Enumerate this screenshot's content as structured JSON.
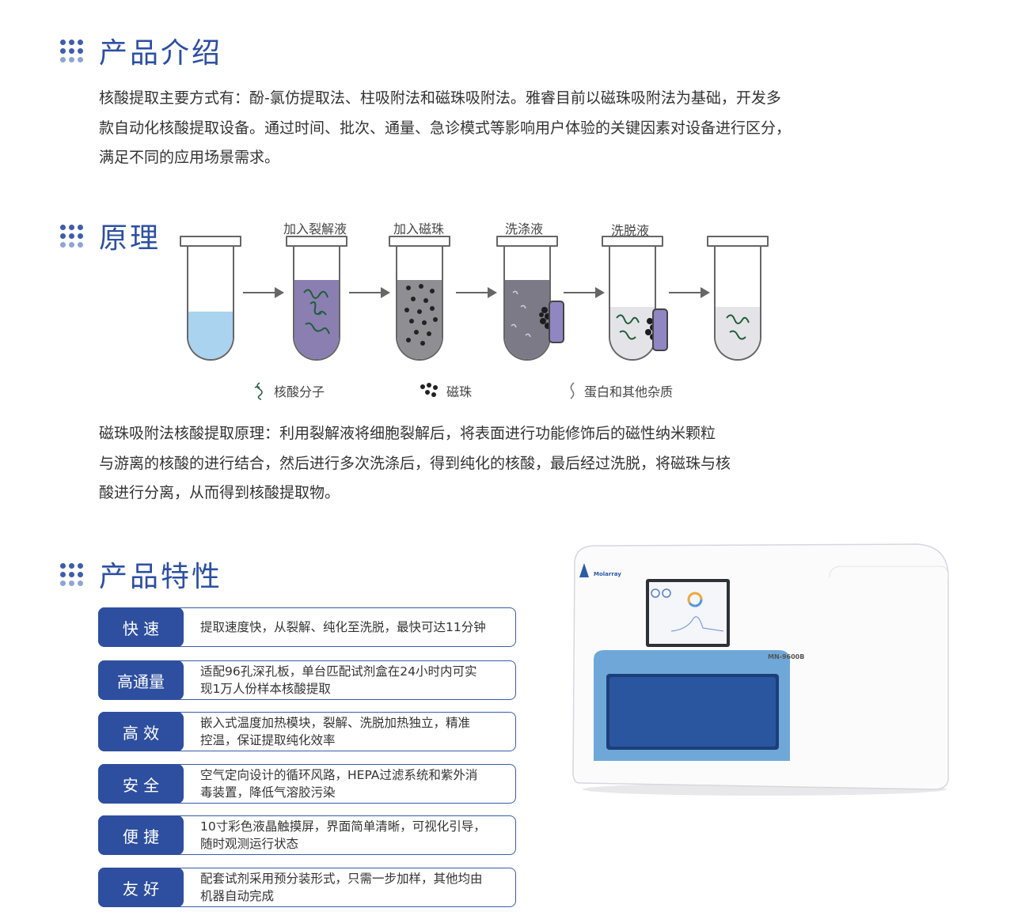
{
  "sections": {
    "intro": {
      "title": "产品介绍",
      "lines": [
        "核酸提取主要方式有：酚-氯仿提取法、柱吸附法和磁珠吸附法。雅睿目前以磁珠吸附法为基础，开发多",
        "款自动化核酸提取设备。通过时间、批次、通量、急诊模式等影响用户体验的关键因素对设备进行区分，",
        "满足不同的应用场景需求。"
      ]
    },
    "principle": {
      "title": "原理",
      "steps": [
        "加入裂解液",
        "加入磁珠",
        "洗涤液",
        "洗脱液"
      ],
      "legend": [
        "核酸分子",
        "磁珠",
        "蛋白和其他杂质"
      ],
      "lines": [
        "磁珠吸附法核酸提取原理：利用裂解液将细胞裂解后，将表面进行功能修饰后的磁性纳米颗粒",
        "与游离的核酸的进行结合，然后进行多次洗涤后，得到纯化的核酸，最后经过洗脱，将磁珠与核",
        "酸进行分离，从而得到核酸提取物。"
      ]
    },
    "features": {
      "title": "产品特性",
      "items": [
        {
          "label": "快 速",
          "lines": [
            "提取速度快，从裂解、纯化至洗脱，最快可达11分钟"
          ]
        },
        {
          "label": "高通量",
          "lines": [
            "适配96孔深孔板，单台匹配试剂盒在24小时内可实",
            "现1万人份样本核酸提取"
          ]
        },
        {
          "label": "高 效",
          "lines": [
            "嵌入式温度加热模块，裂解、洗脱加热独立，精准",
            "控温，保证提取纯化效率"
          ]
        },
        {
          "label": "安 全",
          "lines": [
            "空气定向设计的循环风路，HEPA过滤系统和紫外消",
            "毒装置，降低气溶胶污染"
          ]
        },
        {
          "label": "便 捷",
          "lines": [
            "10寸彩色液晶触摸屏，界面简单清晰，可视化引导，",
            "随时观测运行状态"
          ]
        },
        {
          "label": "友 好",
          "lines": [
            "配套试剂采用预分装形式，只需一步加样，其他均由",
            "机器自动完成"
          ]
        }
      ]
    }
  },
  "machine": {
    "brand": "Molarray",
    "model": "MN-9600B"
  },
  "colors": {
    "accent": "#2e4f9f",
    "title": "#2c4fa3",
    "sample": "#a9d3ef",
    "lysate": "#8a7fb0",
    "machine_blue": "#6fa8d8"
  }
}
